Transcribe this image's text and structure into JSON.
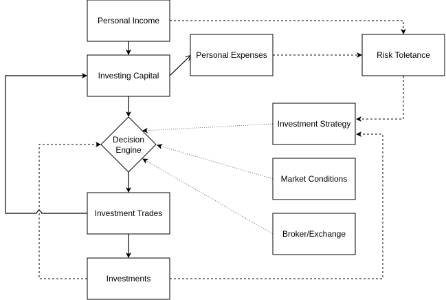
{
  "nodes": {
    "personal_income": "Personal Income",
    "investing_capital": "Investing Capital",
    "personal_expenses": "Personal Expenses",
    "risk_tolerance": "Risk Toletance",
    "decision_engine_line1": "Decision",
    "decision_engine_line2": "Engine",
    "investment_strategy": "Investment Strategy",
    "market_conditions": "Market Conditions",
    "broker_exchange": "Broker/Exchange",
    "investment_trades": "Investment Trades",
    "investments": "Investments"
  }
}
